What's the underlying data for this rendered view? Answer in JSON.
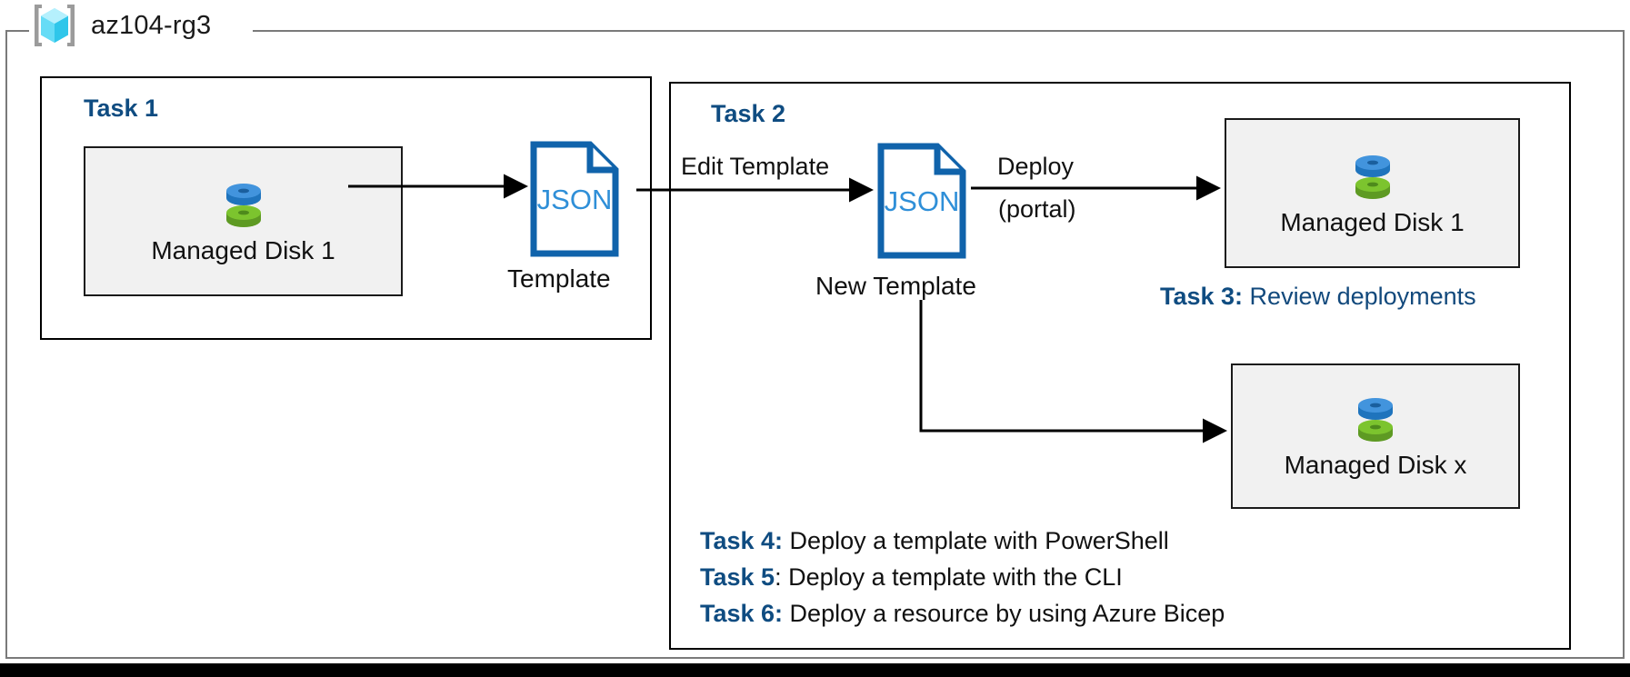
{
  "resource_group": {
    "name": "az104-rg3",
    "icon": "resource-group-cube-icon",
    "border_color": "#7a7a7a"
  },
  "theme": {
    "task_heading_color": "#0f4c81",
    "card_fill": "#f1f1f1",
    "card_border": "#1a1a1a",
    "json_blue": "#1063ab",
    "json_text_blue": "#2f8fd8",
    "disk_blue": "#3b8fd4",
    "disk_green": "#6fb02a",
    "connector_color": "#000000"
  },
  "task1": {
    "heading": "Task 1",
    "resource": {
      "icon": "managed-disk-icon",
      "label": "Managed Disk 1"
    },
    "template": {
      "icon": "json-file-icon",
      "file_text": "JSON",
      "caption": "Template"
    }
  },
  "task2": {
    "heading": "Task 2",
    "edit_label": "Edit Template",
    "new_template": {
      "icon": "json-file-icon",
      "file_text": "JSON",
      "caption": "New Template"
    },
    "deploy_label_line1": "Deploy",
    "deploy_label_line2": "(portal)",
    "deployed_resource_1": {
      "icon": "managed-disk-icon",
      "label": "Managed Disk 1"
    },
    "deployed_resource_x": {
      "icon": "managed-disk-icon",
      "label": "Managed Disk x"
    }
  },
  "notes": {
    "task3": {
      "tag": "Task 3:",
      "text": " Review deployments"
    },
    "task4": {
      "tag": "Task 4:",
      "text": " Deploy a template with PowerShell"
    },
    "task5": {
      "tag": "Task 5",
      "text": ": Deploy a template with the CLI"
    },
    "task6": {
      "tag": "Task 6:",
      "text": " Deploy a resource by using Azure Bicep"
    }
  }
}
